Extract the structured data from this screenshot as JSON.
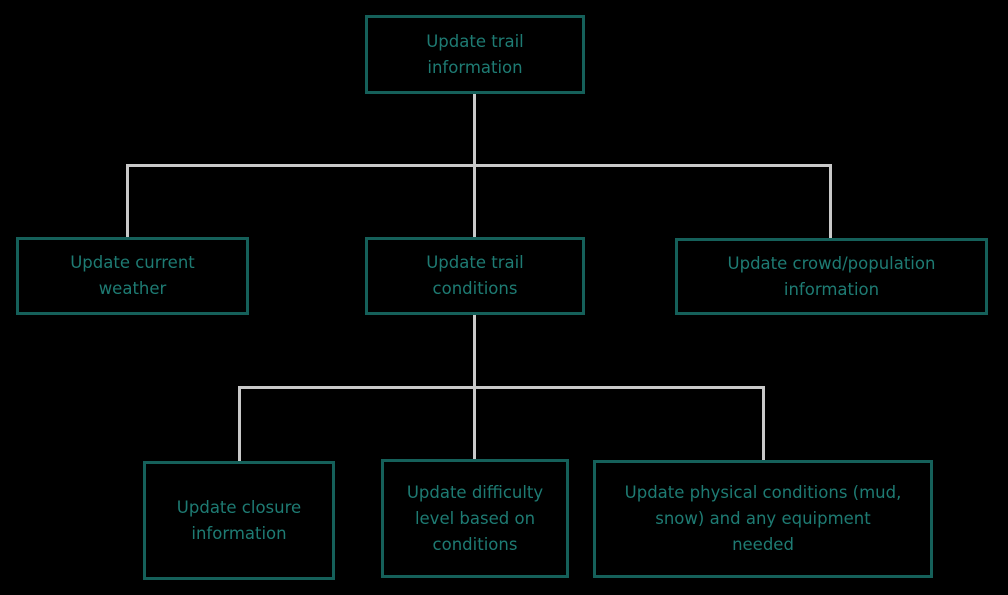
{
  "diagram": {
    "type": "tree-flowchart",
    "colors": {
      "background": "#000000",
      "node_border": "#15605a",
      "node_text": "#1e7b73",
      "connector": "#c9c9c9"
    },
    "nodes": {
      "root": {
        "label": "Update trail\ninformation"
      },
      "weather": {
        "label": "Update current\nweather"
      },
      "conditions": {
        "label": "Update trail\nconditions"
      },
      "crowd": {
        "label": "Update crowd/population\ninformation"
      },
      "closure": {
        "label": "Update closure\ninformation"
      },
      "difficulty": {
        "label": "Update difficulty\nlevel based on\nconditions"
      },
      "physical": {
        "label": "Update physical conditions (mud,\nsnow) and any equipment\nneeded"
      }
    },
    "edges": [
      [
        "root",
        "weather"
      ],
      [
        "root",
        "conditions"
      ],
      [
        "root",
        "crowd"
      ],
      [
        "conditions",
        "closure"
      ],
      [
        "conditions",
        "difficulty"
      ],
      [
        "conditions",
        "physical"
      ]
    ]
  }
}
